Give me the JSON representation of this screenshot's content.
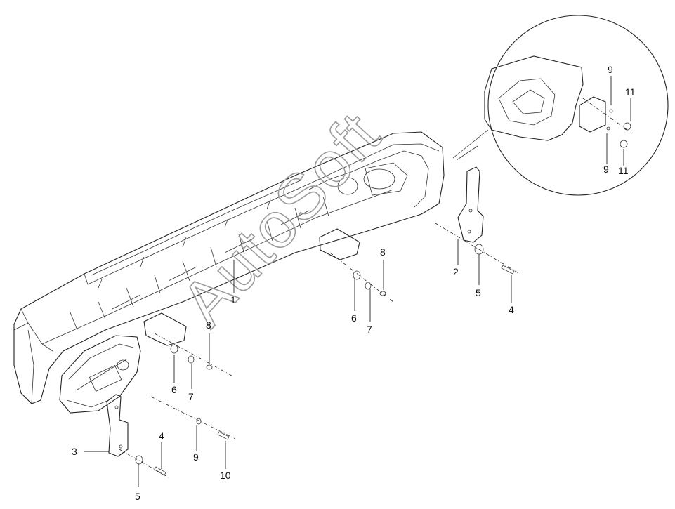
{
  "diagram": {
    "watermark": "AutoSoft",
    "callouts": {
      "c1": "1",
      "c2": "2",
      "c3": "3",
      "c4a": "4",
      "c4b": "4",
      "c5a": "5",
      "c5b": "5",
      "c6a": "6",
      "c6b": "6",
      "c7a": "7",
      "c7b": "7",
      "c8a": "8",
      "c8b": "8",
      "c9a": "9",
      "c9b": "9",
      "c9c": "9",
      "c10": "10",
      "c11a": "11",
      "c11b": "11"
    }
  }
}
